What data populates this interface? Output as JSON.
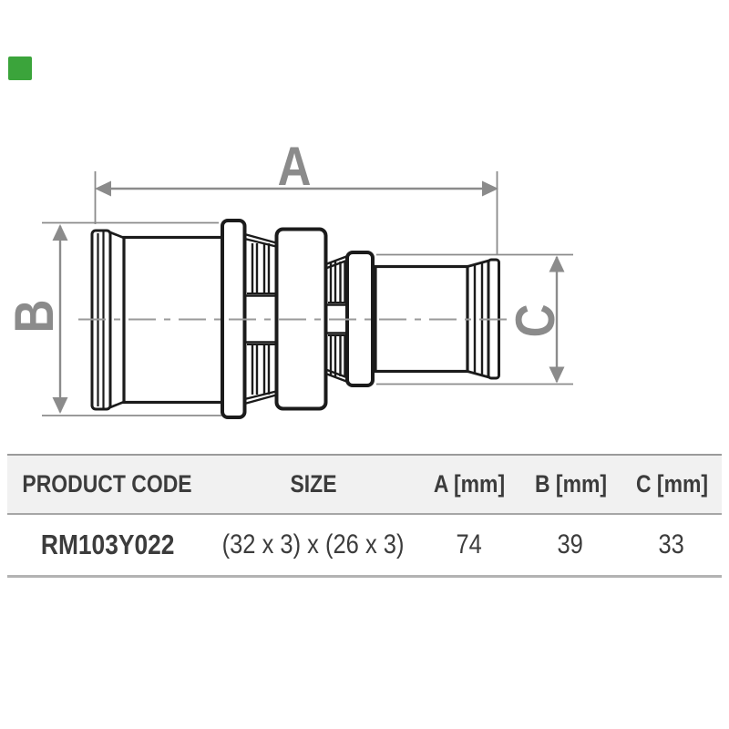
{
  "brand_marker": {
    "color": "#3BA43B"
  },
  "drawing": {
    "labels": {
      "a": "A",
      "b": "B",
      "c": "C"
    },
    "colors": {
      "outline": "#1b1b1b",
      "dimension": "#8b8b8b",
      "centerline": "#9a9a9a"
    }
  },
  "table": {
    "headers": [
      "PRODUCT CODE",
      "SIZE",
      "A [mm]",
      "B [mm]",
      "C [mm]"
    ],
    "row": [
      "RM103Y022",
      "(32 x 3) x (26 x 3)",
      "74",
      "39",
      "33"
    ]
  }
}
